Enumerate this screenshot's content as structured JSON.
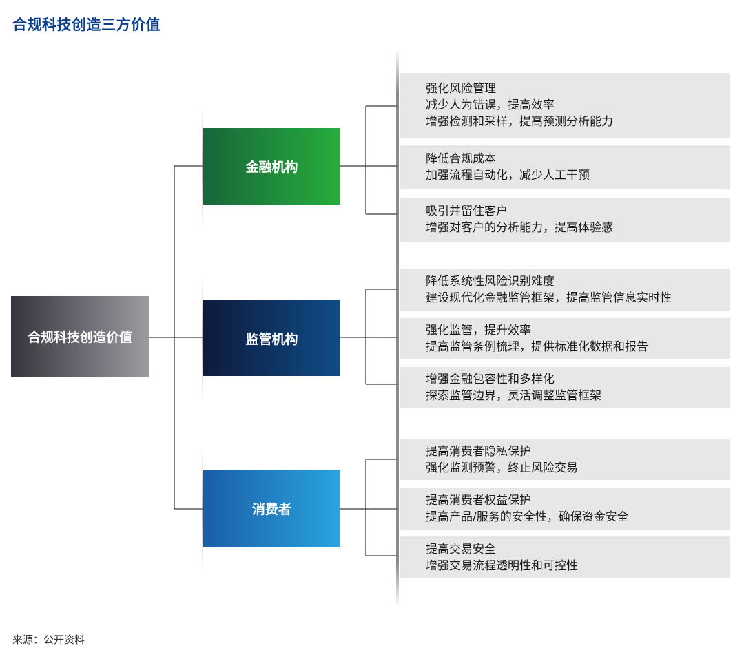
{
  "title": "合规科技创造三方价值",
  "source": "来源：公开资料",
  "root": "合规科技创造价值",
  "categories": [
    {
      "label": "金融机构",
      "items": [
        [
          "强化风险管理",
          "减少人为错误，提高效率",
          "增强检测和采样，提高预测分析能力"
        ],
        [
          "降低合规成本",
          "加强流程自动化，减少人工干预"
        ],
        [
          "吸引并留住客户",
          "增强对客户的分析能力，提高体验感"
        ]
      ]
    },
    {
      "label": "监管机构",
      "items": [
        [
          "降低系统性风险识别难度",
          "建设现代化金融监管框架，提高监管信息实时性"
        ],
        [
          "强化监管，提升效率",
          "提高监管条例梳理，提供标准化数据和报告"
        ],
        [
          "增强金融包容性和多样化",
          "探索监管边界，灵活调整监管框架"
        ]
      ]
    },
    {
      "label": "消费者",
      "items": [
        [
          "提高消费者隐私保护",
          "强化监测预警，终止风险交易"
        ],
        [
          "提高消费者权益保护",
          "提高产品/服务的安全性，确保资金安全"
        ],
        [
          "提高交易安全",
          "增强交易流程透明性和可控性"
        ]
      ]
    }
  ]
}
